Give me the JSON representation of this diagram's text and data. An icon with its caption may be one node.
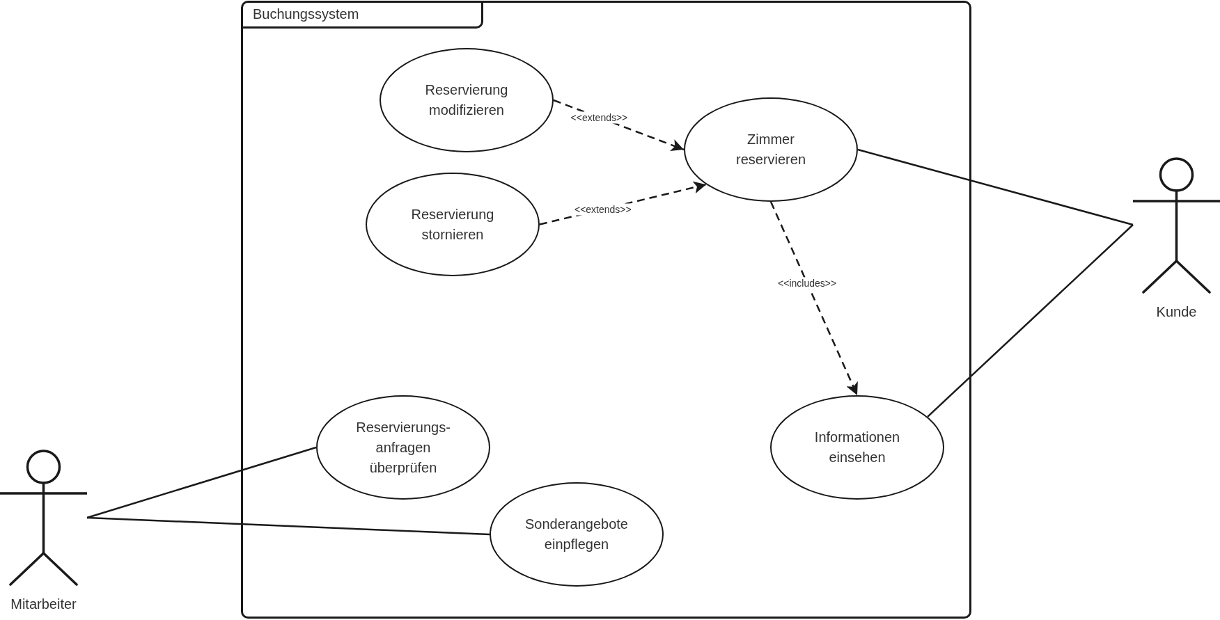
{
  "diagram": {
    "nodes": [
      {
        "text": [
          "Buchungssystem"
        ]
      },
      {
        "text": [
          "Reservierung modifizieren"
        ],
        "in": 0
      },
      {
        "text": [
          "Zimmer reservieren"
        ],
        "in": 0
      },
      {
        "text": [
          "Reservierung stornieren"
        ],
        "in": 0
      },
      {
        "text": [
          "Reservierungs- anfragen überprüfen"
        ],
        "in": 0
      },
      {
        "text": [
          "Informationen einsehen"
        ],
        "in": 0
      },
      {
        "text": [
          "Sonderangebote einpflegen"
        ],
        "in": 0
      },
      {
        "text": [
          "Kunde"
        ]
      },
      {
        "text": [
          "Mitarbeiter"
        ]
      }
    ],
    "edges": [
      {
        "from": 1,
        "to": 2,
        "arrow": "to",
        "label": "<<extends>>",
        "style": "dashed"
      },
      {
        "from": 3,
        "to": 2,
        "arrow": "to",
        "label": "<<extends>>",
        "style": "dashed"
      },
      {
        "from": 2,
        "to": 5,
        "arrow": "to",
        "label": "<<includes>>",
        "style": "dashed"
      },
      {
        "from": 7,
        "to": 2,
        "arrow": "none"
      },
      {
        "from": 7,
        "to": 5,
        "arrow": "none"
      },
      {
        "from": 8,
        "to": 4,
        "arrow": "none"
      },
      {
        "from": 8,
        "to": 6,
        "arrow": "none"
      }
    ]
  }
}
